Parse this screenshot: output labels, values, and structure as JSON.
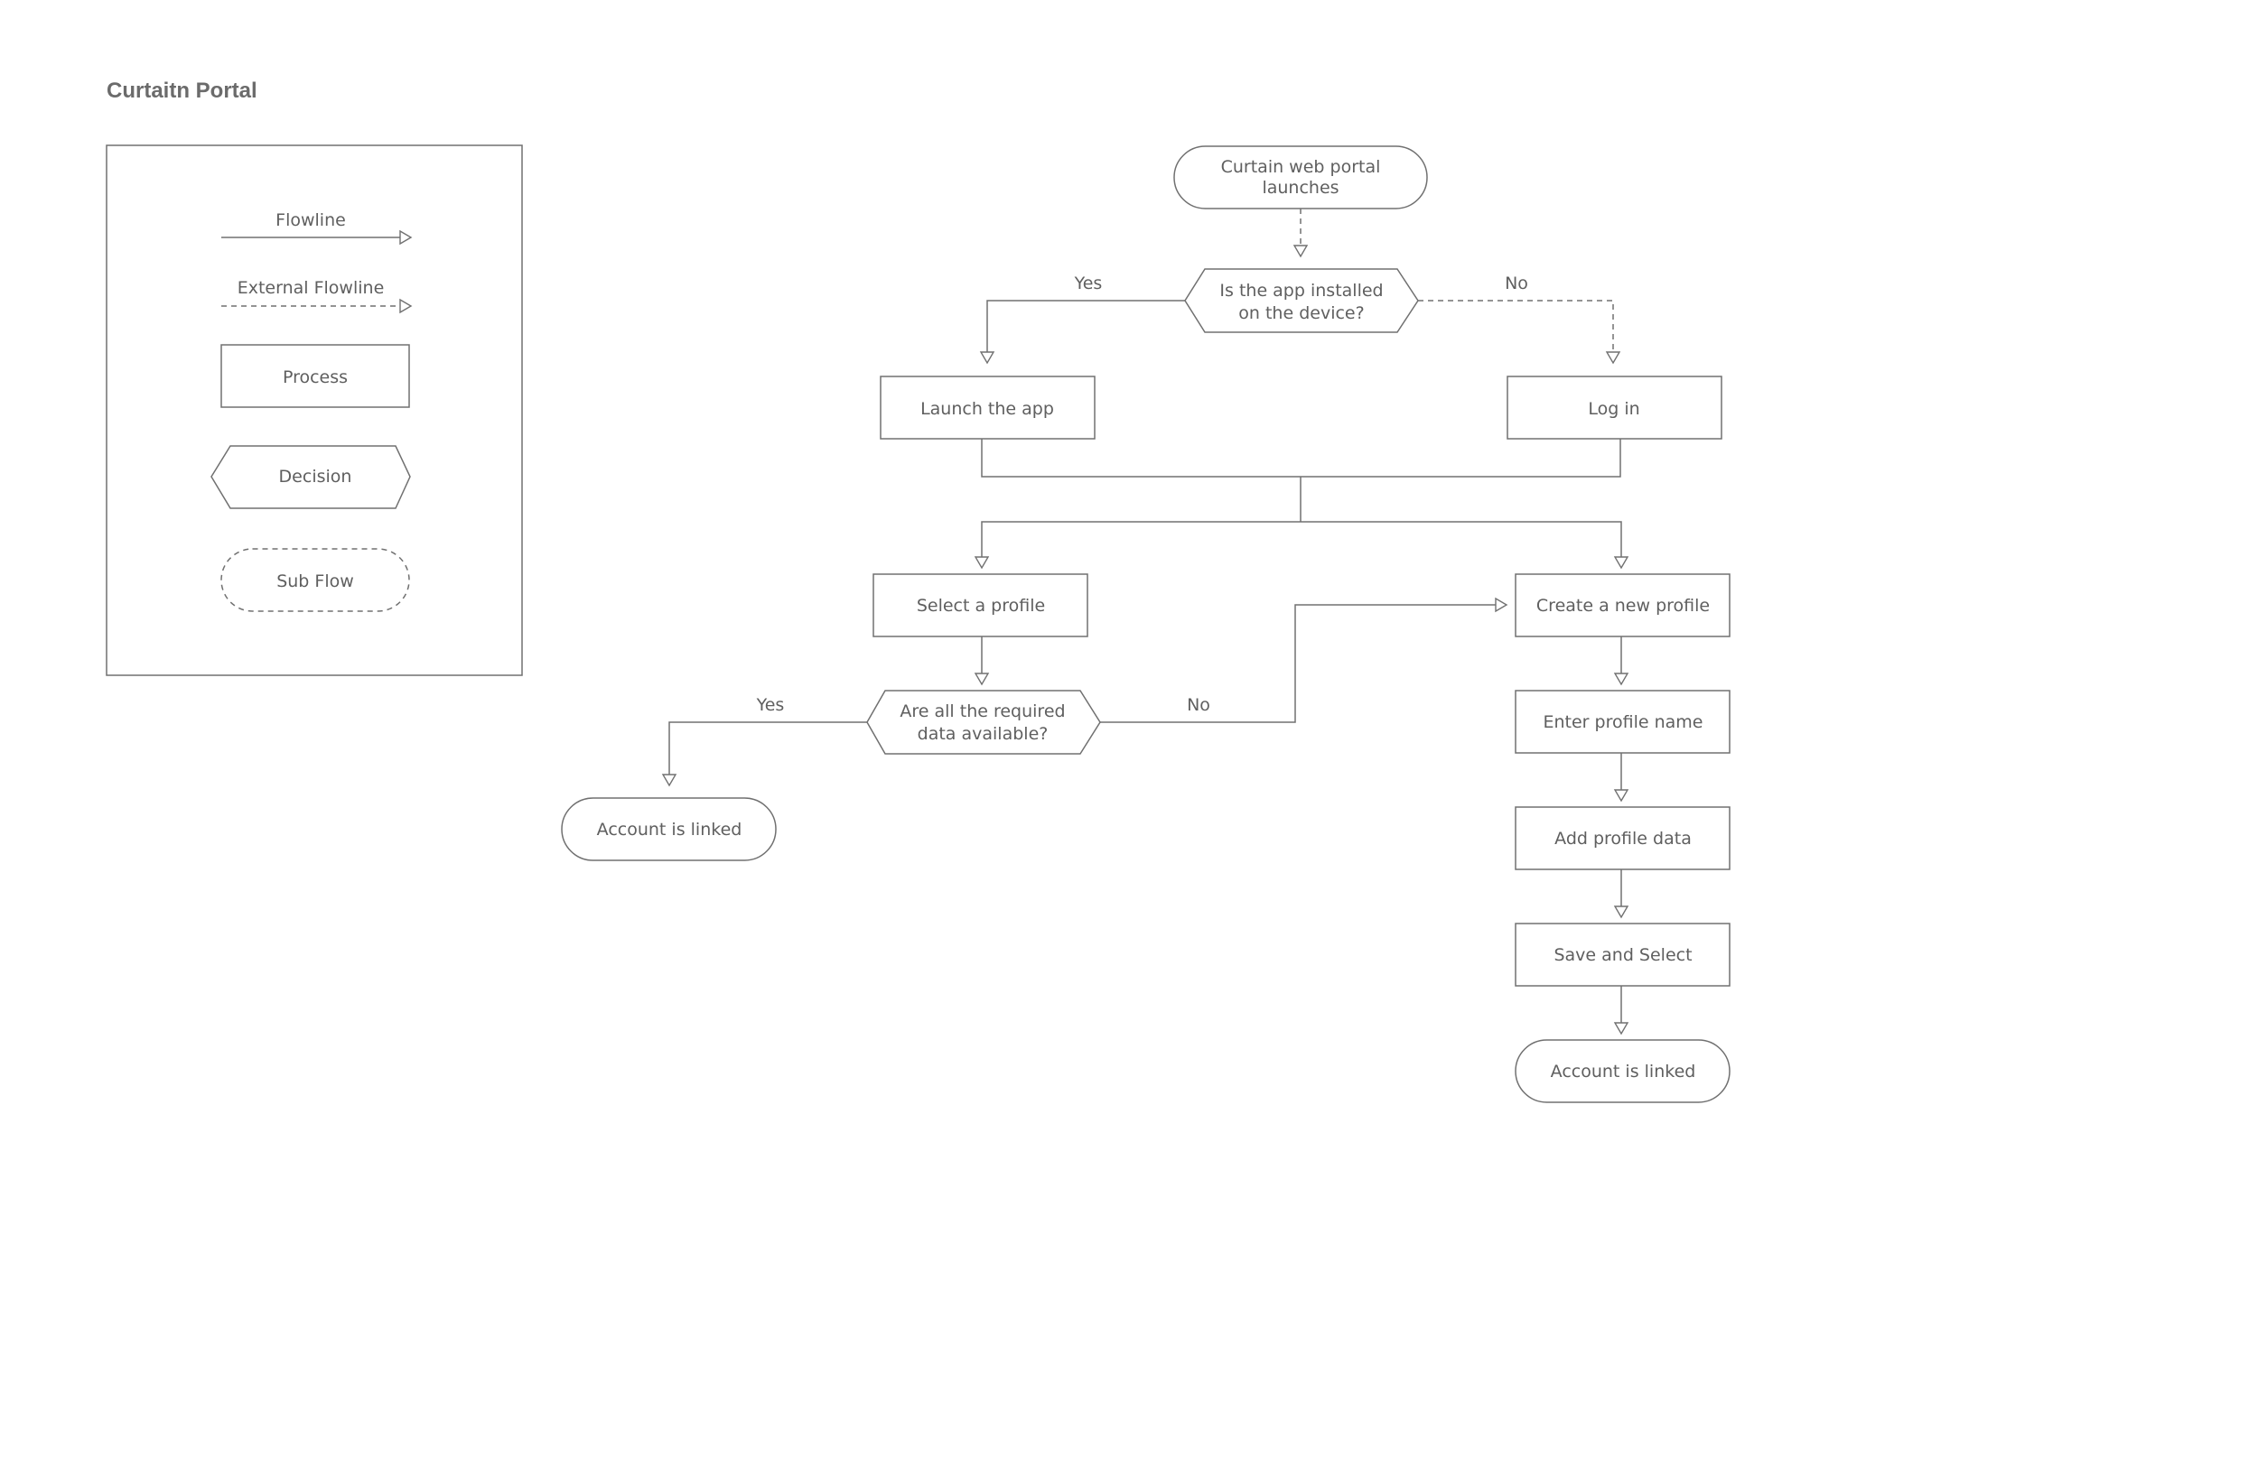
{
  "title": "Curtaitn Portal",
  "legend": {
    "flowline": "Flowline",
    "external_flowline": "External Flowline",
    "process": "Process",
    "decision": "Decision",
    "sub_flow": "Sub Flow"
  },
  "nodes": {
    "start": {
      "line1": "Curtain web portal",
      "line2": "launches"
    },
    "app_installed": {
      "line1": "Is the app installed",
      "line2": "on the device?"
    },
    "launch_app": "Launch the app",
    "log_in": "Log in",
    "select_profile": "Select a profile",
    "create_profile": "Create a new profile",
    "data_available": {
      "line1": "Are all the required",
      "line2": "data available?"
    },
    "account_linked_left": "Account is linked",
    "enter_name": "Enter profile name",
    "add_data": "Add profile data",
    "save_select": "Save and Select",
    "account_linked_right": "Account is linked"
  },
  "edges": {
    "installed_yes": "Yes",
    "installed_no": "No",
    "data_yes": "Yes",
    "data_no": "No"
  },
  "colors": {
    "stroke": "#707070",
    "text": "#5f5f5f",
    "title": "#6b6b6b"
  }
}
